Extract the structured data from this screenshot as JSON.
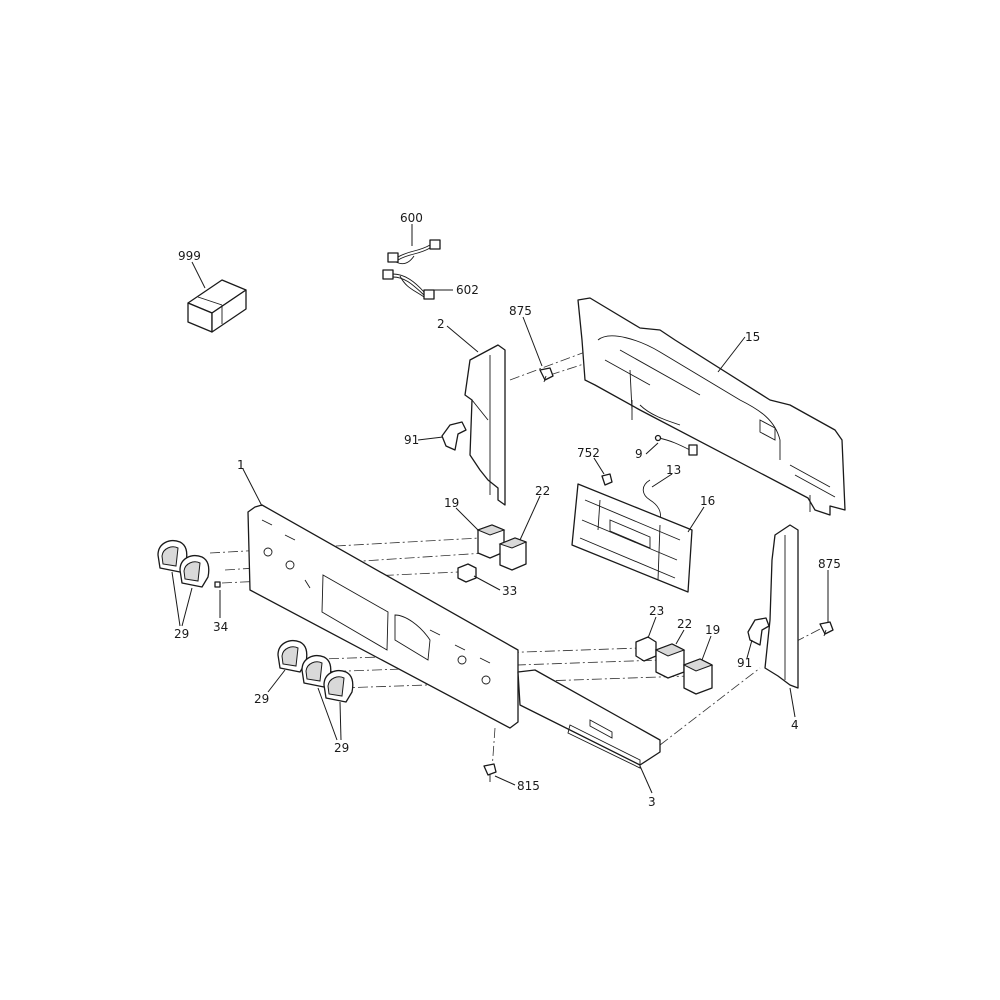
{
  "callouts": [
    {
      "id": "c999",
      "label": "999"
    },
    {
      "id": "c600",
      "label": "600"
    },
    {
      "id": "c602",
      "label": "602"
    },
    {
      "id": "c875a",
      "label": "875"
    },
    {
      "id": "c2",
      "label": "2"
    },
    {
      "id": "c15",
      "label": "15"
    },
    {
      "id": "c91a",
      "label": "91"
    },
    {
      "id": "c752",
      "label": "752"
    },
    {
      "id": "c9",
      "label": "9"
    },
    {
      "id": "c13",
      "label": "13"
    },
    {
      "id": "c1",
      "label": "1"
    },
    {
      "id": "c19a",
      "label": "19"
    },
    {
      "id": "c22a",
      "label": "22"
    },
    {
      "id": "c16",
      "label": "16"
    },
    {
      "id": "c875b",
      "label": "875"
    },
    {
      "id": "c33",
      "label": "33"
    },
    {
      "id": "c29a",
      "label": "29"
    },
    {
      "id": "c34",
      "label": "34"
    },
    {
      "id": "c23",
      "label": "23"
    },
    {
      "id": "c22b",
      "label": "22"
    },
    {
      "id": "c19b",
      "label": "19"
    },
    {
      "id": "c91b",
      "label": "91"
    },
    {
      "id": "c29b",
      "label": "29"
    },
    {
      "id": "c29c",
      "label": "29"
    },
    {
      "id": "c4",
      "label": "4"
    },
    {
      "id": "c815",
      "label": "815"
    },
    {
      "id": "c3",
      "label": "3"
    }
  ]
}
